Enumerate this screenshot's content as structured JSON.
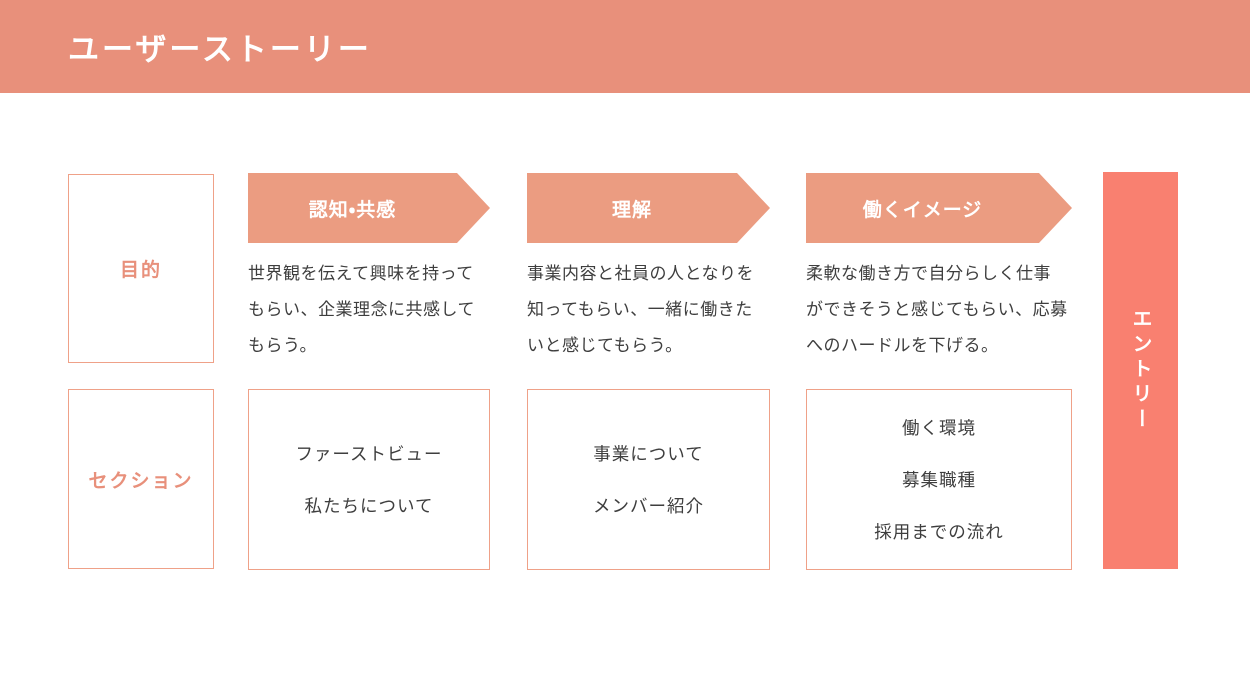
{
  "header": {
    "title": "ユーザーストーリー"
  },
  "row_labels": {
    "purpose": "目的",
    "section": "セクション"
  },
  "columns": [
    {
      "stage": "認知・共感",
      "purpose": "世界観を伝えて興味を持って\nもらい、企業理念に共感して\nもらう。",
      "sections": [
        "ファーストビュー",
        "私たちについて"
      ]
    },
    {
      "stage": "理解",
      "purpose": "事業内容と社員の人となりを\n知ってもらい、一緒に働きた\nいと感じてもらう。",
      "sections": [
        "事業について",
        "メンバー紹介"
      ]
    },
    {
      "stage": "働くイメージ",
      "purpose": "柔軟な働き方で自分らしく仕事\nができそうと感じてもらい、応募\nへのハードルを下げる。",
      "sections": [
        "働く環境",
        "募集職種",
        "採用までの流れ"
      ]
    }
  ],
  "entry": {
    "label": "エントリー"
  },
  "colors": {
    "header_bg": "#E8907B",
    "arrow_bg": "#EB9C81",
    "entry_bg": "#F98070",
    "accent_border": "#EFA188",
    "accent_text": "#E8907B",
    "body_text": "#3E3E3E"
  }
}
